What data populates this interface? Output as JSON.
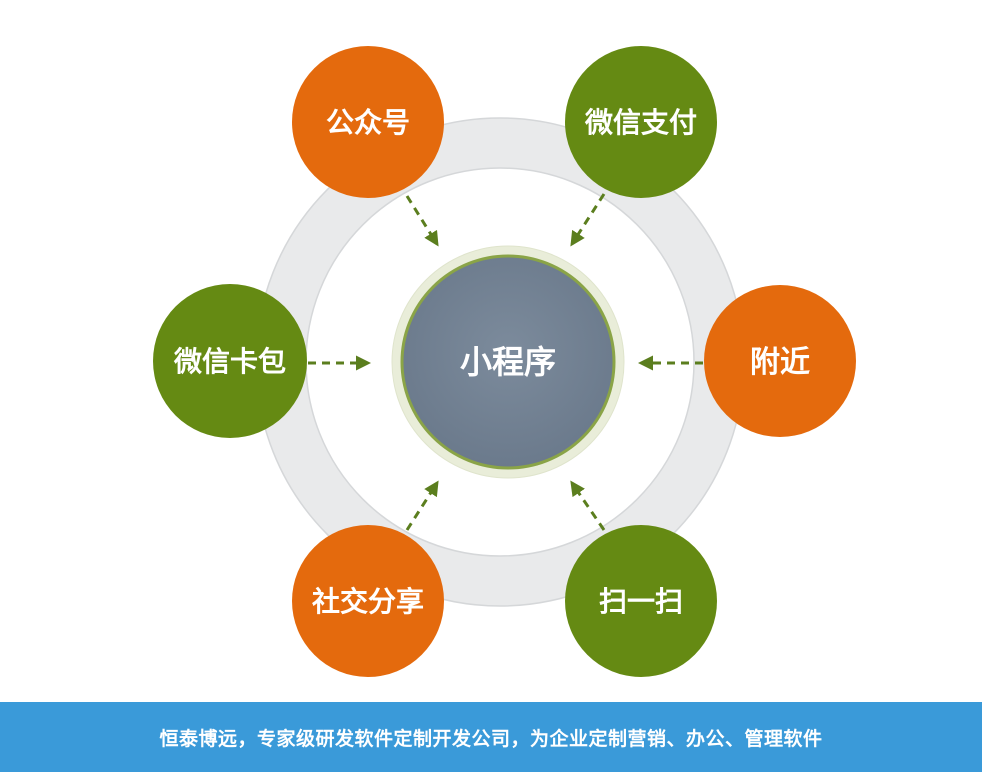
{
  "diagram": {
    "center": {
      "label": "小程序",
      "color": "#738395"
    },
    "nodes": [
      {
        "id": "gongzhonghao",
        "label": "公众号",
        "color": "#e46a0d"
      },
      {
        "id": "weixinzhifu",
        "label": "微信支付",
        "color": "#658a13"
      },
      {
        "id": "weixinkabao",
        "label": "微信卡包",
        "color": "#658a13"
      },
      {
        "id": "fujin",
        "label": "附近",
        "color": "#e46a0d"
      },
      {
        "id": "shejiaofenxiang",
        "label": "社交分享",
        "color": "#e46a0d"
      },
      {
        "id": "saoyisao",
        "label": "扫一扫",
        "color": "#658a13"
      }
    ],
    "arrow_color": "#5b7e1e"
  },
  "footer": {
    "text": "恒泰博远，专家级研发软件定制开发公司，为企业定制营销、办公、管理软件"
  }
}
